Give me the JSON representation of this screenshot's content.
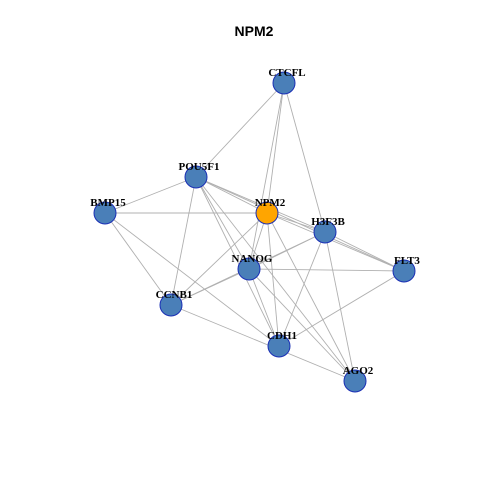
{
  "title": "NPM2",
  "colors": {
    "node_fill": "#4a7fb8",
    "node_stroke": "#1a2fb5",
    "highlight_fill": "#ffa500",
    "edge": "#b0b0b0",
    "background": "#ffffff"
  },
  "nodes": [
    {
      "id": "CTCFL",
      "label": "CTCFL",
      "highlight": false
    },
    {
      "id": "POU5F1",
      "label": "POU5F1",
      "highlight": false
    },
    {
      "id": "BMP15",
      "label": "BMP15",
      "highlight": false
    },
    {
      "id": "NPM2",
      "label": "NPM2",
      "highlight": true
    },
    {
      "id": "H3F3B",
      "label": "H3F3B",
      "highlight": false
    },
    {
      "id": "FLT3",
      "label": "FLT3",
      "highlight": false
    },
    {
      "id": "NANOG",
      "label": "NANOG",
      "highlight": false
    },
    {
      "id": "CCNB1",
      "label": "CCNB1",
      "highlight": false
    },
    {
      "id": "CDH1",
      "label": "CDH1",
      "highlight": false
    },
    {
      "id": "AGO2",
      "label": "AGO2",
      "highlight": false
    }
  ],
  "edges": [
    [
      "CTCFL",
      "POU5F1"
    ],
    [
      "CTCFL",
      "NPM2"
    ],
    [
      "CTCFL",
      "H3F3B"
    ],
    [
      "CTCFL",
      "NANOG"
    ],
    [
      "POU5F1",
      "BMP15"
    ],
    [
      "POU5F1",
      "NPM2"
    ],
    [
      "POU5F1",
      "H3F3B"
    ],
    [
      "POU5F1",
      "FLT3"
    ],
    [
      "POU5F1",
      "NANOG"
    ],
    [
      "POU5F1",
      "CCNB1"
    ],
    [
      "POU5F1",
      "CDH1"
    ],
    [
      "POU5F1",
      "AGO2"
    ],
    [
      "BMP15",
      "NPM2"
    ],
    [
      "BMP15",
      "CCNB1"
    ],
    [
      "BMP15",
      "CDH1"
    ],
    [
      "NPM2",
      "H3F3B"
    ],
    [
      "NPM2",
      "FLT3"
    ],
    [
      "NPM2",
      "NANOG"
    ],
    [
      "NPM2",
      "CCNB1"
    ],
    [
      "NPM2",
      "CDH1"
    ],
    [
      "NPM2",
      "AGO2"
    ],
    [
      "H3F3B",
      "NANOG"
    ],
    [
      "H3F3B",
      "CCNB1"
    ],
    [
      "H3F3B",
      "CDH1"
    ],
    [
      "H3F3B",
      "AGO2"
    ],
    [
      "H3F3B",
      "FLT3"
    ],
    [
      "NANOG",
      "FLT3"
    ],
    [
      "NANOG",
      "CCNB1"
    ],
    [
      "NANOG",
      "CDH1"
    ],
    [
      "NANOG",
      "AGO2"
    ],
    [
      "FLT3",
      "CDH1"
    ],
    [
      "CCNB1",
      "AGO2"
    ]
  ]
}
